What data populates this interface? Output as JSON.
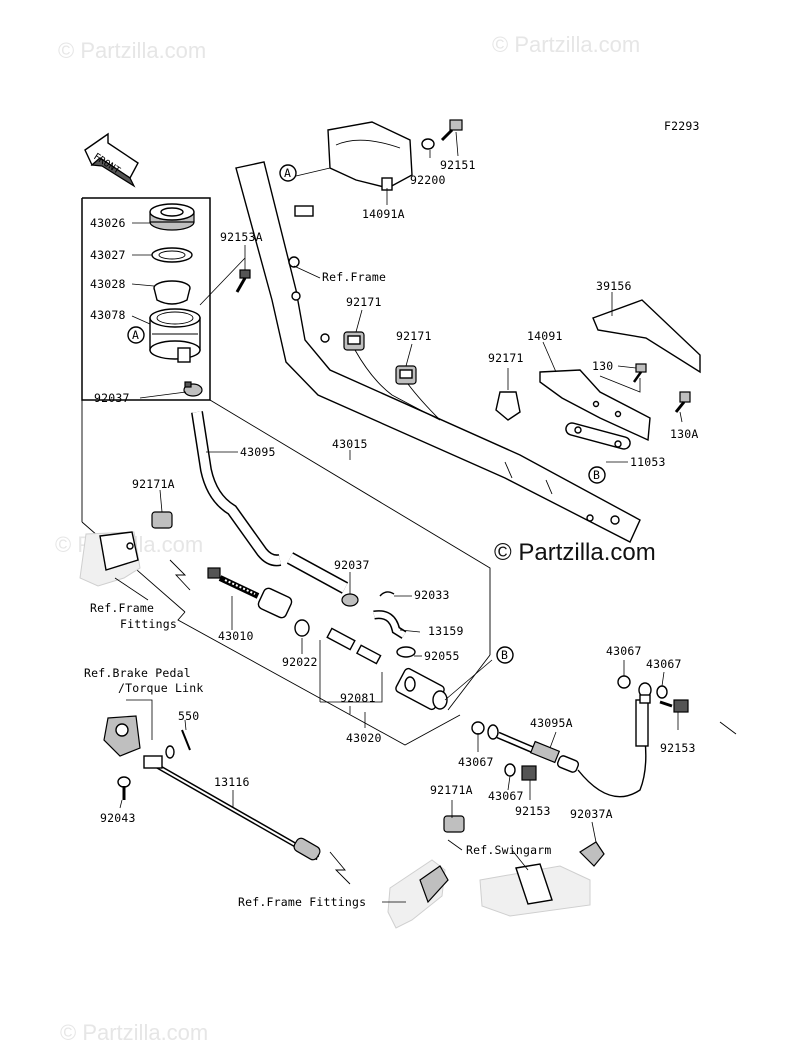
{
  "figure_code": "F2293",
  "watermarks": {
    "top_left": "© Partzilla.com",
    "top_right": "© Partzilla.com",
    "center": "© Partzilla.com",
    "left_mid": "© Partzilla.com",
    "bottom_left": "© Partzilla.com"
  },
  "direction_arrow": "FRONT",
  "callouts": {
    "a1": "A",
    "a2": "A",
    "b1": "B",
    "b2": "B"
  },
  "part_labels": {
    "p43026": "43026",
    "p43027": "43027",
    "p43028": "43028",
    "p43078": "43078",
    "p92037_upper": "92037",
    "p92153A": "92153A",
    "p92151": "92151",
    "p92200": "92200",
    "p14091A": "14091A",
    "ref_frame_top": "Ref.Frame",
    "p92171_a": "92171",
    "p92171_b": "92171",
    "p92171_c": "92171",
    "p39156": "39156",
    "p14091": "14091",
    "p130": "130",
    "p130A": "130A",
    "p11053": "11053",
    "p43095": "43095",
    "p43015": "43015",
    "p92171A_left": "92171A",
    "ref_frame_fittings_left_1": "Ref.Frame",
    "ref_frame_fittings_left_2": "Fittings",
    "p92037_mid": "92037",
    "p92033": "92033",
    "p13159": "13159",
    "p92055": "92055",
    "p43010": "43010",
    "p92022": "92022",
    "p92081": "92081",
    "p43020": "43020",
    "ref_brake_pedal_1": "Ref.Brake Pedal",
    "ref_brake_pedal_2": "/Torque Link",
    "p550": "550",
    "p13116": "13116",
    "p92043": "92043",
    "p43067_a": "43067",
    "p43067_b": "43067",
    "p43067_c": "43067",
    "p43067_d": "43067",
    "p43095A": "43095A",
    "p92153_right": "92153",
    "p92153_low": "92153",
    "p92171A_low": "92171A",
    "p92037A": "92037A",
    "ref_swingarm": "Ref.Swingarm",
    "ref_frame_fittings_bottom": "Ref.Frame Fittings"
  }
}
